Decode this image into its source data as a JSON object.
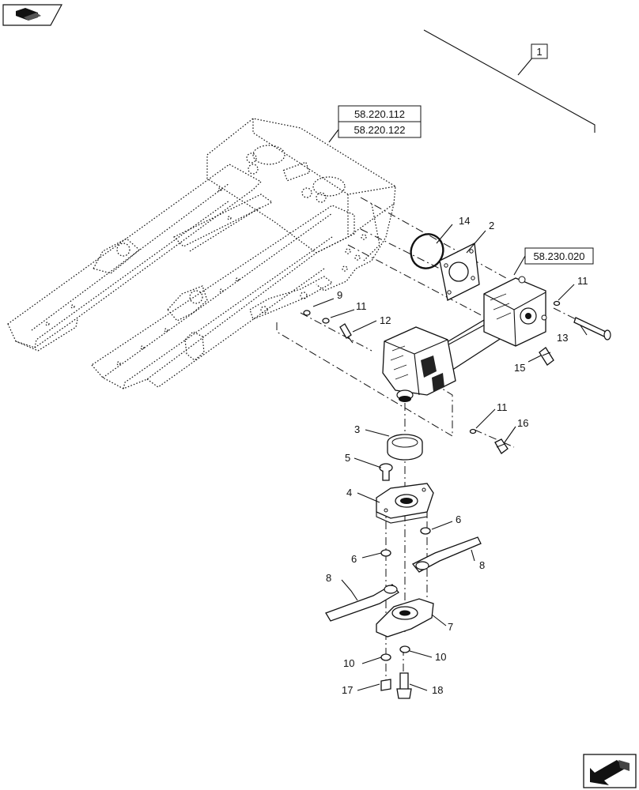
{
  "diagram": {
    "reference_boxes": {
      "top_assembly": "1",
      "frame_ref_a": "58.220.112",
      "frame_ref_b": "58.220.122",
      "gearbox_ref": "58.230.020"
    },
    "callouts": {
      "c2": "2",
      "c3": "3",
      "c4": "4",
      "c5": "5",
      "c6a": "6",
      "c6b": "6",
      "c7": "7",
      "c8a": "8",
      "c8b": "8",
      "c9": "9",
      "c10a": "10",
      "c10b": "10",
      "c11a": "11",
      "c11b": "11",
      "c11c": "11",
      "c12": "12",
      "c13": "13",
      "c14": "14",
      "c15": "15",
      "c16": "16",
      "c17": "17",
      "c18": "18"
    },
    "icons": {
      "top_left": "book-icon",
      "bottom_right": "arrow-icon"
    }
  }
}
